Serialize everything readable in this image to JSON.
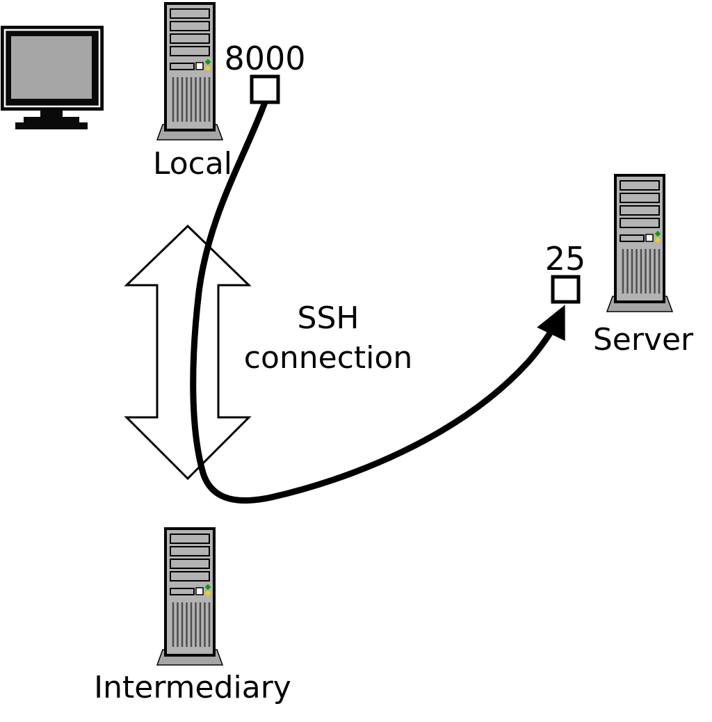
{
  "nodes": {
    "local": {
      "label": "Local",
      "port": "8000"
    },
    "intermediary": {
      "label": "Intermediary"
    },
    "server": {
      "label": "Server",
      "port": "25"
    }
  },
  "ssh_label": {
    "line1": "SSH",
    "line2": "connection"
  },
  "colors": {
    "tower_body": "#b3b3b3",
    "tower_base": "#a6a6a6",
    "monitor_screen": "#a6a6a6",
    "outline": "#000000",
    "led_green": "#00a000",
    "led_yellow": "#ffcc00",
    "cable": "#000000",
    "arrow_fill": "#ffffff"
  }
}
